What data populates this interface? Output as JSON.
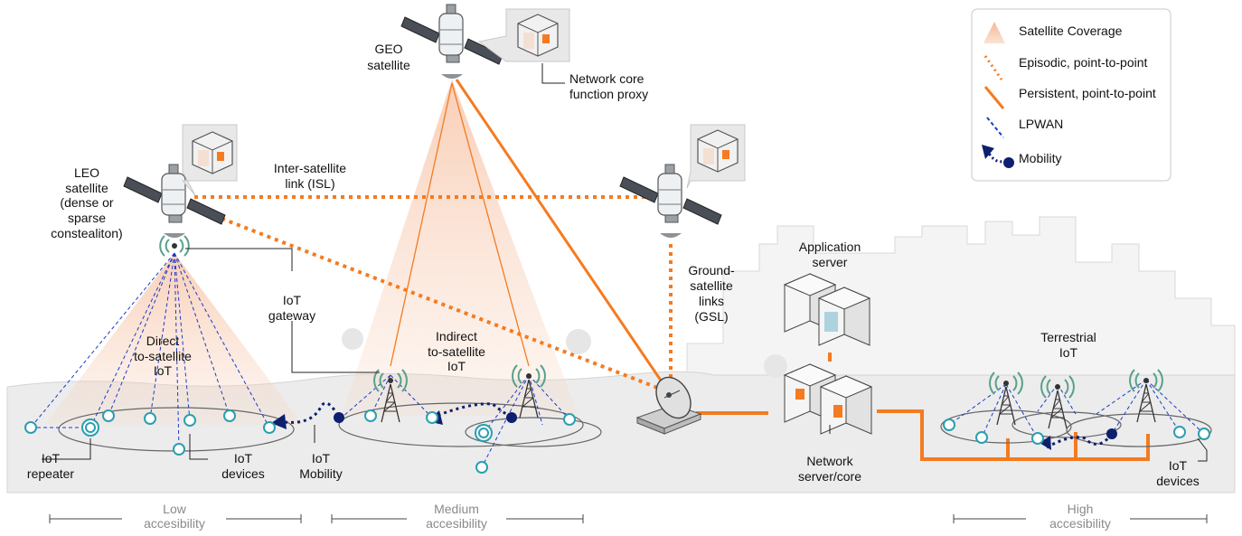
{
  "legend": {
    "coverage": "Satellite Coverage",
    "episodic": "Episodic, point-to-point",
    "persistent": "Persistent, point-to-point",
    "lpwan": "LPWAN",
    "mobility": "Mobility"
  },
  "labels": {
    "geo_l1": "GEO",
    "geo_l2": "satellite",
    "proxy_l1": "Network core",
    "proxy_l2": "function proxy",
    "leo_l1": "LEO",
    "leo_l2": "satellite",
    "leo_l3": "(dense or",
    "leo_l4": "sparse",
    "leo_l5": "constealiton)",
    "isl_l1": "Inter-satellite",
    "isl_l2": "link (ISL)",
    "gw_l1": "IoT",
    "gw_l2": "gateway",
    "direct_l1": "Direct",
    "direct_l2": "to-satellite",
    "direct_l3": "IoT",
    "indirect_l1": "Indirect",
    "indirect_l2": "to-satellite",
    "indirect_l3": "IoT",
    "gsl_l1": "Ground-",
    "gsl_l2": "satellite",
    "gsl_l3": "links",
    "gsl_l4": "(GSL)",
    "app_l1": "Application",
    "app_l2": "server",
    "ns_l1": "Network",
    "ns_l2": "server/core",
    "terr_l1": "Terrestrial",
    "terr_l2": "IoT",
    "rep_l1": "IoT",
    "rep_l2": "repeater",
    "dev_l1": "IoT",
    "dev_l2": "devices",
    "mob_l1": "IoT",
    "mob_l2": "Mobility",
    "dev2_l1": "IoT",
    "dev2_l2": "devices"
  },
  "accessibility": {
    "low_l1": "Low",
    "low_l2": "accesibility",
    "med_l1": "Medium",
    "med_l2": "accesibility",
    "high_l1": "High",
    "high_l2": "accesibility"
  },
  "colors": {
    "orange": "#f47b20",
    "lpwan": "#1a3cc8",
    "mobility": "#0d1f6e",
    "device": "#2a9fb1",
    "ground": "#ececec"
  }
}
